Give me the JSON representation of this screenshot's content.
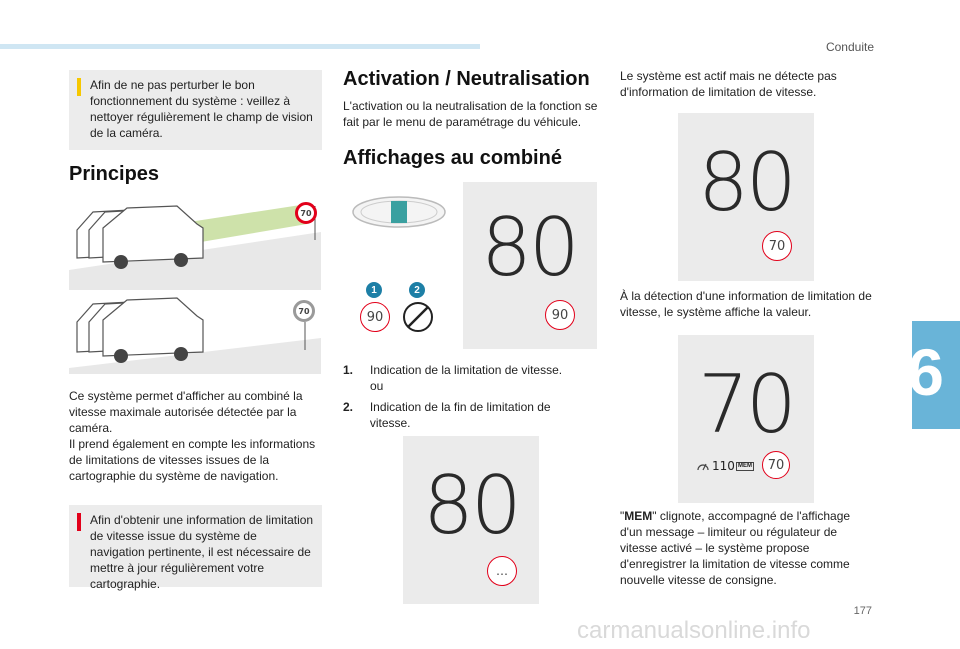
{
  "header": {
    "section": "Conduite",
    "chapter": "6",
    "page_number": "177"
  },
  "notes": {
    "info_top": "Afin de ne pas perturber le bon fonctionnement du système : veillez à nettoyer régulièrement le champ de vision de la caméra.",
    "warning_bottom": "Afin d'obtenir une information de limitation de vitesse issue du système de navigation pertinente, il est nécessaire de mettre à jour régulièrement votre cartographie."
  },
  "principes": {
    "title": "Principes",
    "sign1": "70",
    "sign2": "70",
    "para1": "Ce système permet d'afficher au combiné la vitesse maximale autorisée détectée par la caméra.",
    "para2": "Il prend également en compte les informations de limitations de vitesses issues de la cartographie du système de navigation."
  },
  "activation": {
    "title": "Activation / Neutralisation",
    "text": "L'activation ou la neutralisation de la fonction se fait par le menu de paramétrage du véhicule."
  },
  "affichages": {
    "title": "Affichages au combiné",
    "label1": "1",
    "label2": "2",
    "icon_speed": "90",
    "display_speed": "80",
    "display_limit": "90",
    "list": [
      {
        "num": "1.",
        "text": "Indication de la limitation de vitesse.",
        "sub": "ou"
      },
      {
        "num": "2.",
        "text": "Indication de la fin de limitation de vitesse."
      }
    ],
    "display2_speed": "80",
    "display2_limit": "…"
  },
  "right": {
    "text1": "Le système est actif mais ne détecte pas d'information de limitation de vitesse.",
    "display1_speed": "80",
    "display1_limit": "70",
    "text2": "À la détection d'une information de limitation de vitesse, le système affiche la valeur.",
    "display2_speed": "70",
    "display2_small": "110",
    "display2_mem": "MEM",
    "display2_limit": "70",
    "text3_pre": "\"",
    "text3_bold": "MEM",
    "text3_post": "\" clignote, accompagné de l'affichage d'un message – limiteur ou régulateur de vitesse activé – le système propose d'enregistrer la limitation de vitesse comme nouvelle vitesse de consigne."
  },
  "colors": {
    "accent_blue": "#69b4d8",
    "info_yellow": "#f6c700",
    "warning_red": "#e2001a"
  },
  "watermark": "carmanualsonline.info"
}
